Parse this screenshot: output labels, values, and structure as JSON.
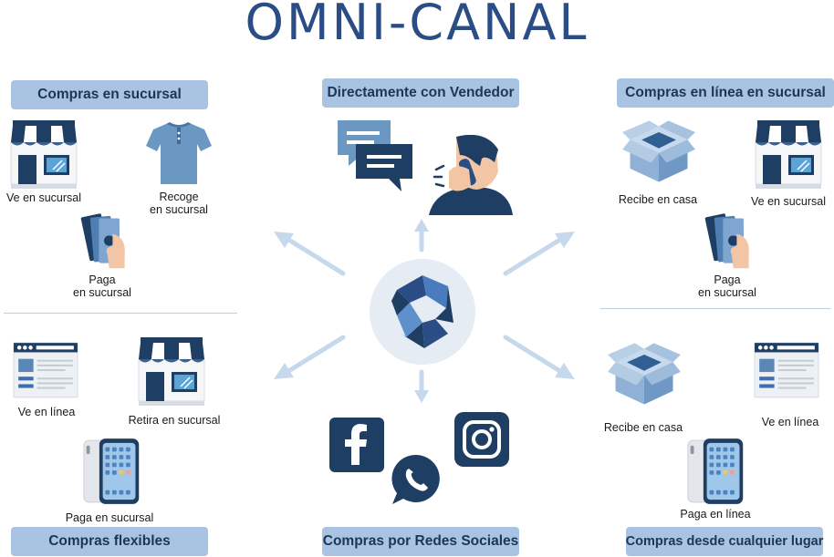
{
  "title": "OMNI-CANAL",
  "colors": {
    "navy": "#1f3e63",
    "steel": "#6b97c3",
    "light": "#a9c4e2",
    "arrow": "#c5d8ec"
  },
  "sections": {
    "top_left": {
      "label": "Compras en sucursal",
      "items": [
        "Ve en sucursal",
        "Recoge en sucursal",
        "Paga en sucursal"
      ]
    },
    "top_center": {
      "label": "Directamente con Vendedor"
    },
    "top_right": {
      "label": "Compras en línea en sucursal",
      "items": [
        "Recibe en casa",
        "Ve en sucursal",
        "Paga en sucursal"
      ]
    },
    "bottom_left": {
      "label": "Compras flexibles",
      "items": [
        "Ve en línea",
        "Retira en sucursal",
        "Paga en sucursal"
      ]
    },
    "bottom_center": {
      "label": "Compras por Redes Sociales"
    },
    "bottom_right": {
      "label": "Compras desde cualquier lugar",
      "items": [
        "Recibe en casa",
        "Ve en línea",
        "Paga en línea"
      ]
    }
  },
  "captions": {
    "tl_store": "Ve en sucursal",
    "tl_shirt_1": "Recoge",
    "tl_shirt_2": "en sucursal",
    "tl_pay_1": "Paga",
    "tl_pay_2": "en sucursal",
    "tr_box": "Recibe en casa",
    "tr_store": "Ve en sucursal",
    "tr_pay_1": "Paga",
    "tr_pay_2": "en sucursal",
    "bl_web": "Ve en línea",
    "bl_store": "Retira en sucursal",
    "bl_phone": "Paga en sucursal",
    "br_box": "Recibe en casa",
    "br_web": "Ve en línea",
    "br_phone": "Paga en línea"
  }
}
